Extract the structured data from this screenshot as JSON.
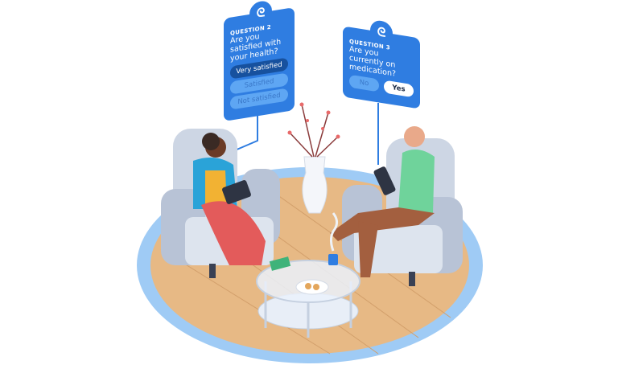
{
  "question_2": {
    "label": "QUESTION 2",
    "text": "Are you satisfied with your health?",
    "options": [
      {
        "label": "Very satisfied",
        "selected": true
      },
      {
        "label": "Satisfied",
        "selected": false
      },
      {
        "label": "Not satisfied",
        "selected": false
      }
    ]
  },
  "question_3": {
    "label": "QUESTION 3",
    "text": "Are you currently on medication?",
    "options": [
      {
        "label": "No",
        "selected": false
      },
      {
        "label": "Yes",
        "selected": true
      }
    ]
  },
  "colors": {
    "card_blue": "#2f7de1",
    "selected_dark": "#17519e",
    "unselected": "#5ea6f3",
    "floor_wood": "#e7b985",
    "floor_ring": "#9fcbf5",
    "chair": "#cdd6e4"
  },
  "icons": [
    "brand-logo-icon",
    "brand-logo-icon"
  ]
}
